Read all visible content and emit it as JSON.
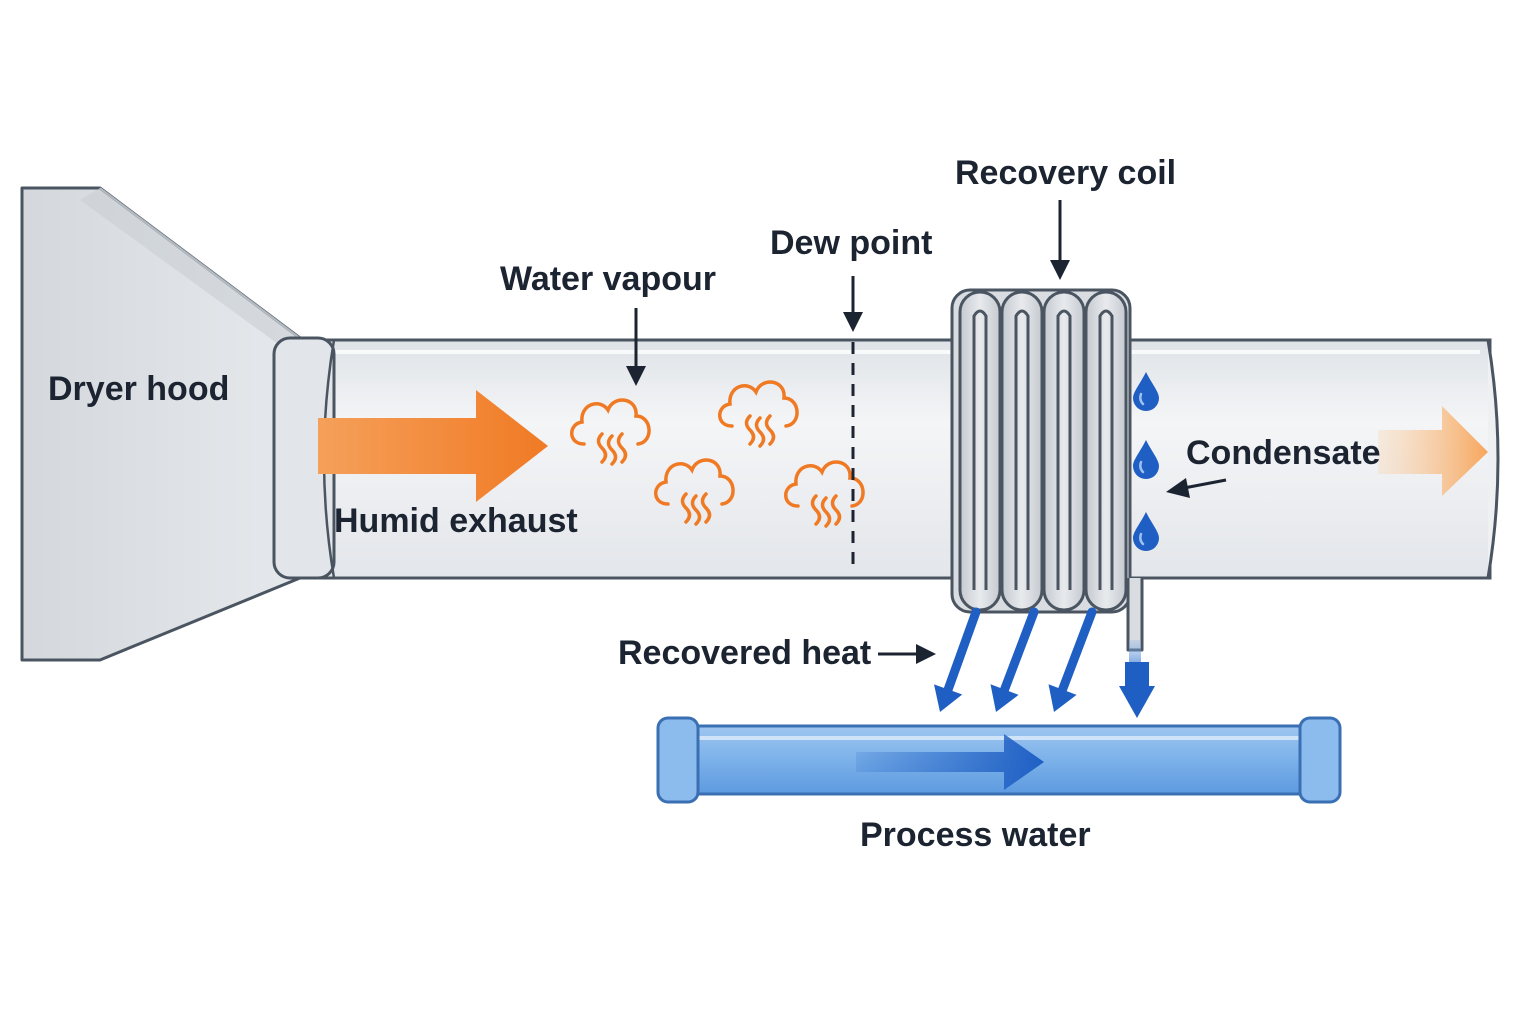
{
  "labels": {
    "dryer_hood": "Dryer hood",
    "water_vapour": "Water vapour",
    "dew_point": "Dew point",
    "recovery_coil": "Recovery coil",
    "humid_exhaust": "Humid exhaust",
    "condensate": "Condensate",
    "recovered_heat": "Recovered heat",
    "process_water": "Process water"
  },
  "colors": {
    "exhaust_flow": "#f07a24",
    "water_blue": "#1f5fc4",
    "pipe_water": "#7fb3ea",
    "duct": "#e9ecef",
    "outline": "#4a5561"
  },
  "icons": [
    "steam-cloud-icon",
    "water-drop-icon"
  ]
}
